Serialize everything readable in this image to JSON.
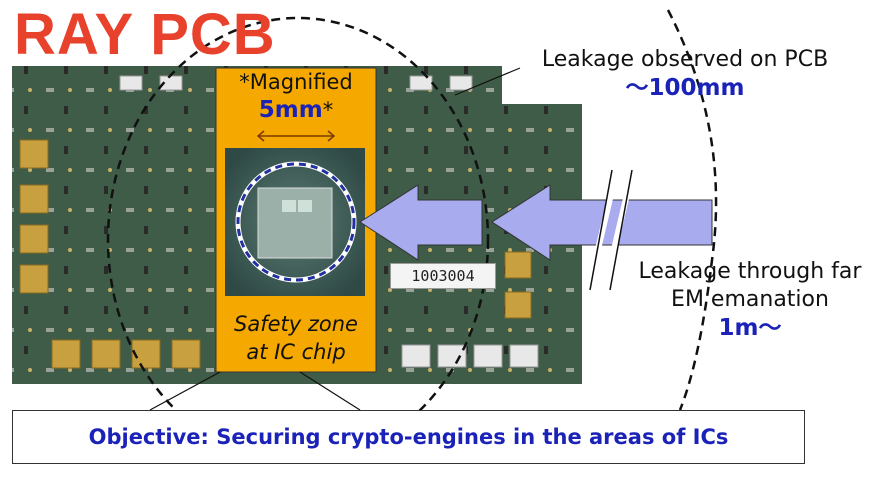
{
  "logo": "RAY PCB",
  "magnified": {
    "line1": "*Magnified",
    "size": "5mm",
    "suffix": "*"
  },
  "safety_zone": {
    "line1": "Safety zone",
    "line2": "at IC chip"
  },
  "chip_label": "1003004",
  "pcb_leakage": {
    "text": "Leakage observed on PCB",
    "range": "～100mm"
  },
  "far_leakage": {
    "line1": "Leakage through far",
    "line2": "EM emanation",
    "range": "1m～"
  },
  "objective": "Objective: Securing crypto-engines in the areas of ICs",
  "colors": {
    "logo": "#e8412c",
    "accent_blue": "#1a22b8",
    "zone_orange": "#f5a800",
    "arrow": "#a9abef",
    "pcb": "#3d5a45"
  }
}
